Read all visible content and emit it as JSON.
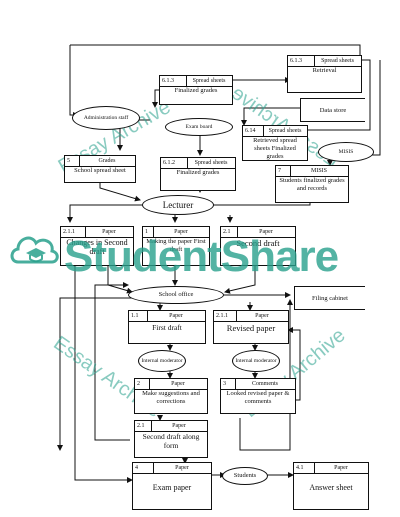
{
  "diagram": {
    "p613": {
      "id": "6.1.3",
      "kind": "Spread sheets",
      "text": "Finalized grades"
    },
    "p6132": {
      "id": "6.1.3",
      "kind": "Spread sheets",
      "text": "Retrieval"
    },
    "datastore": {
      "text": "Data store"
    },
    "p614": {
      "id": "6.14",
      "kind": "Spread sheets",
      "text": "Retrieved spread sheets Finalized grades"
    },
    "p5": {
      "id": "5",
      "kind": "Grades",
      "text": "School spread sheet"
    },
    "p612": {
      "id": "6.1.2",
      "kind": "Spread sheets",
      "text": "Finalized grades"
    },
    "p7": {
      "id": "7",
      "kind": "MISIS",
      "text": "Students finalized grades and records"
    },
    "admin": {
      "text": "Administration staff"
    },
    "examboard": {
      "text": "Exam board"
    },
    "misis": {
      "text": "MISIS"
    },
    "lecturer": {
      "text": "Lecturer"
    },
    "p211": {
      "id": "2.1.1",
      "kind": "Paper",
      "text": "Changes in Second draft"
    },
    "p1": {
      "id": "1",
      "kind": "Paper",
      "text": "Making the paper First draft"
    },
    "p21": {
      "id": "2.1",
      "kind": "Paper",
      "text": "Second draft"
    },
    "schooloffice": {
      "text": "School office"
    },
    "filing": {
      "text": "Filing cabinet"
    },
    "p11": {
      "id": "1.1",
      "kind": "Paper",
      "text": "First draft"
    },
    "p2111": {
      "id": "2.1.1",
      "kind": "Paper",
      "text": "Revised paper"
    },
    "im1": {
      "text": "Internal moderator"
    },
    "im2": {
      "text": "Internal moderator"
    },
    "p2": {
      "id": "2",
      "kind": "Paper",
      "text": "Make suggestions and corrections"
    },
    "p3": {
      "id": "3",
      "kind": "Comments",
      "text": "Looked revised paper & comments"
    },
    "p212": {
      "id": "2.1",
      "kind": "Paper",
      "text": "Second draft along form"
    },
    "p4": {
      "id": "4",
      "kind": "Paper",
      "text": "Exam paper"
    },
    "students": {
      "text": "Students"
    },
    "p41": {
      "id": "4.1",
      "kind": "Paper",
      "text": "Answer sheet"
    }
  },
  "watermark": {
    "brand": "StudentShare",
    "stamp": "Essay Archive"
  },
  "colors": {
    "watermark": "#28a08c",
    "line": "#111111"
  }
}
